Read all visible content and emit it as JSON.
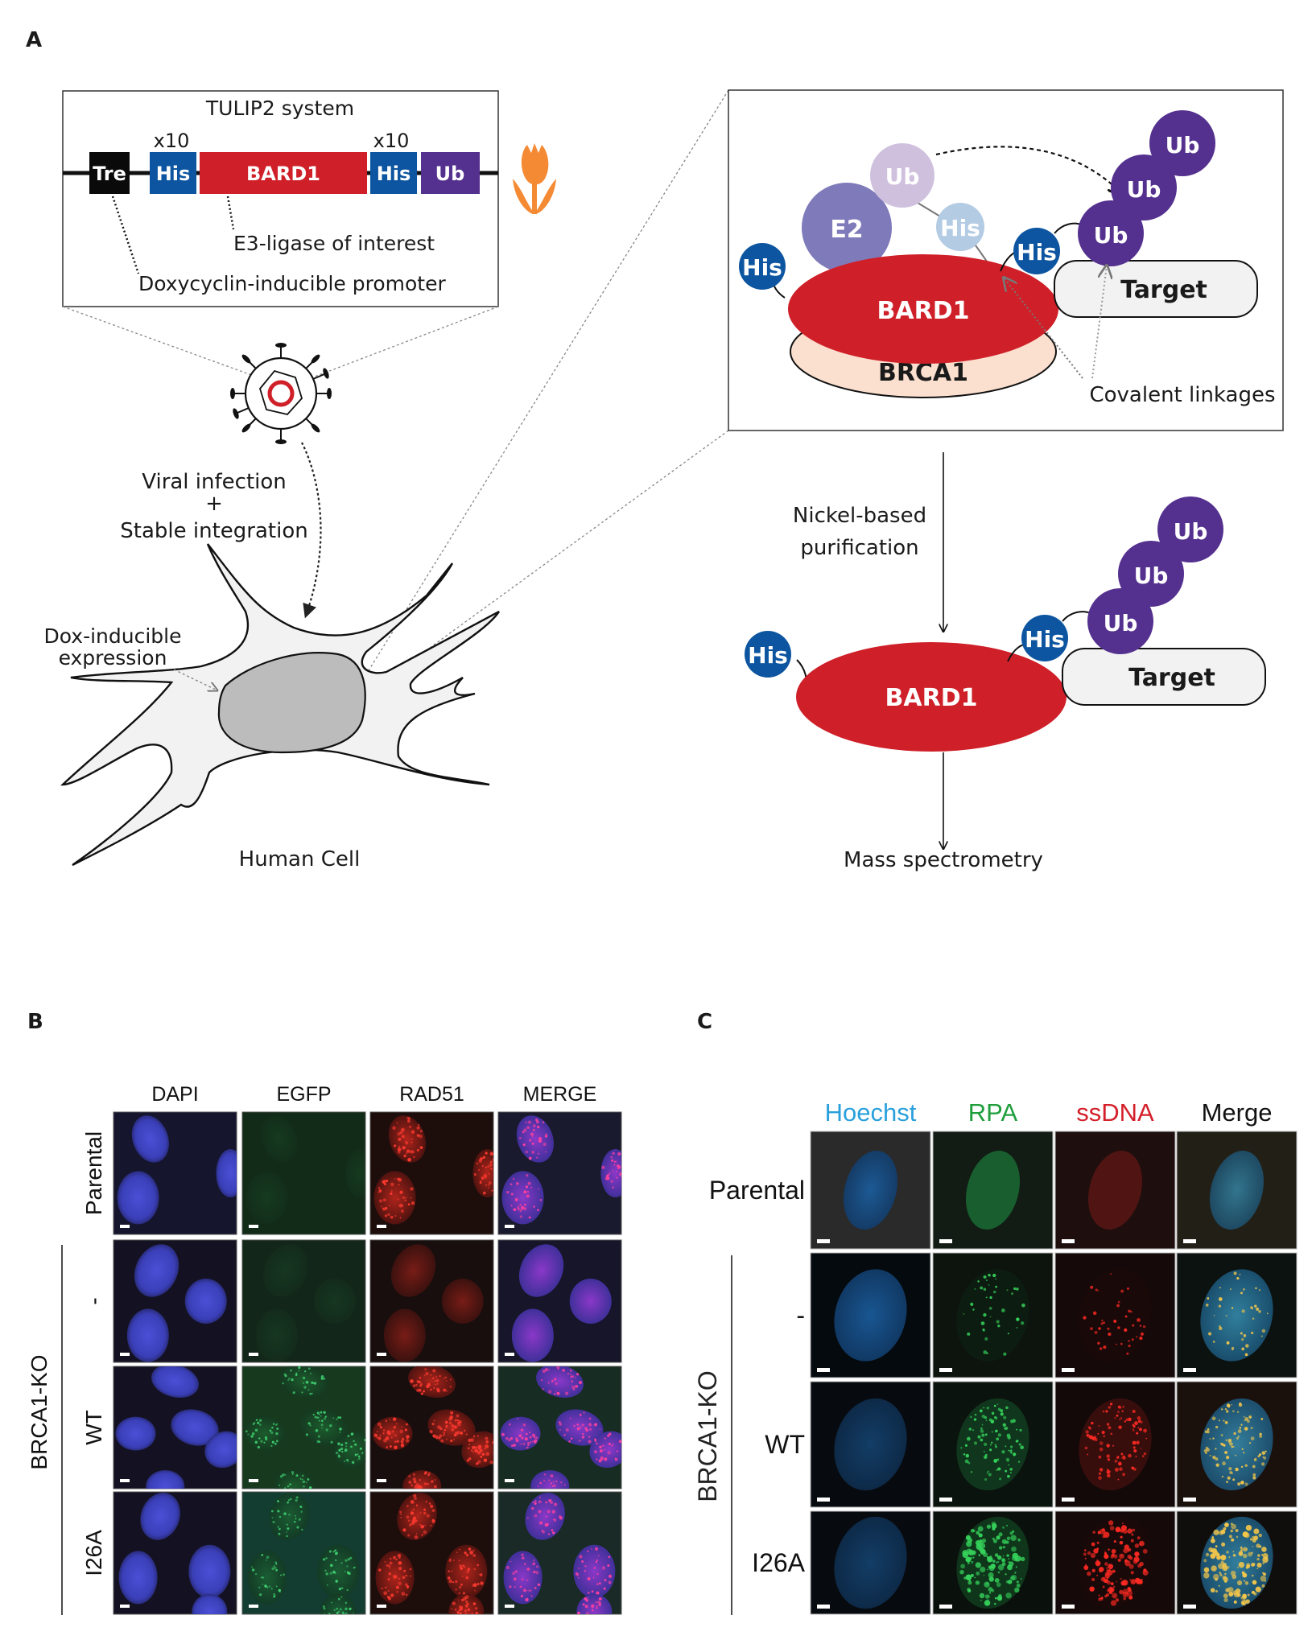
{
  "panel_labels": {
    "a": "A",
    "b": "B",
    "c": "C"
  },
  "colors": {
    "tre": "#0a0a0a",
    "his": "#0d55a0",
    "his_light": "#b3cbe3",
    "bard1": "#cf2029",
    "ub": "#54308f",
    "ub_light": "#cfc0de",
    "e2": "#7f7ab9",
    "brca1": "#fbdfcf",
    "tulip": "#f58a34",
    "target": "#f2f2f2",
    "nucleus": "#bcbcbc",
    "cytoplasm": "#f2f2f2",
    "hoechst": "#2aa0dc",
    "rpa": "#1f9e3c",
    "ssdna": "#d4202a",
    "merge": "#111111"
  },
  "panel_a": {
    "construct": {
      "title": "TULIP2 system",
      "his_left_repeat": "x10",
      "his_right_repeat": "x10",
      "blocks": {
        "tre": "Tre",
        "his_left": "His",
        "bard1": "BARD1",
        "his_right": "His",
        "ub": "Ub"
      },
      "annotation_e3": "E3-ligase of interest",
      "annotation_promoter": "Doxycyclin-inducible promoter"
    },
    "workflow": {
      "viral_line1": "Viral infection",
      "viral_plus": "+",
      "viral_line2": "Stable integration",
      "dox_line1": "Dox-inducible",
      "dox_line2": "expression",
      "cell_label": "Human Cell"
    },
    "complex": {
      "his_left": "His",
      "e2": "E2",
      "ub_transfer": "Ub",
      "his_transfer": "His",
      "his_target": "His",
      "ub_chain": [
        "Ub",
        "Ub",
        "Ub"
      ],
      "bard1": "BARD1",
      "brca1": "BRCA1",
      "target": "Target",
      "covalent": "Covalent linkages"
    },
    "purification": {
      "step_line1": "Nickel-based",
      "step_line2": "purification",
      "his_left": "His",
      "his_target": "His",
      "ub_chain": [
        "Ub",
        "Ub",
        "Ub"
      ],
      "bard1": "BARD1",
      "target": "Target",
      "output": "Mass spectrometry"
    }
  },
  "panel_b": {
    "columns": [
      "DAPI",
      "EGFP",
      "RAD51",
      "MERGE"
    ],
    "rows": [
      "Parental",
      "-",
      "WT",
      "I26A"
    ],
    "group_label": "BRCA1-KO"
  },
  "panel_c": {
    "columns": [
      "Hoechst",
      "RPA",
      "ssDNA",
      "Merge"
    ],
    "rows": [
      "Parental",
      "-",
      "WT",
      "I26A"
    ],
    "group_label": "BRCA1-KO"
  }
}
